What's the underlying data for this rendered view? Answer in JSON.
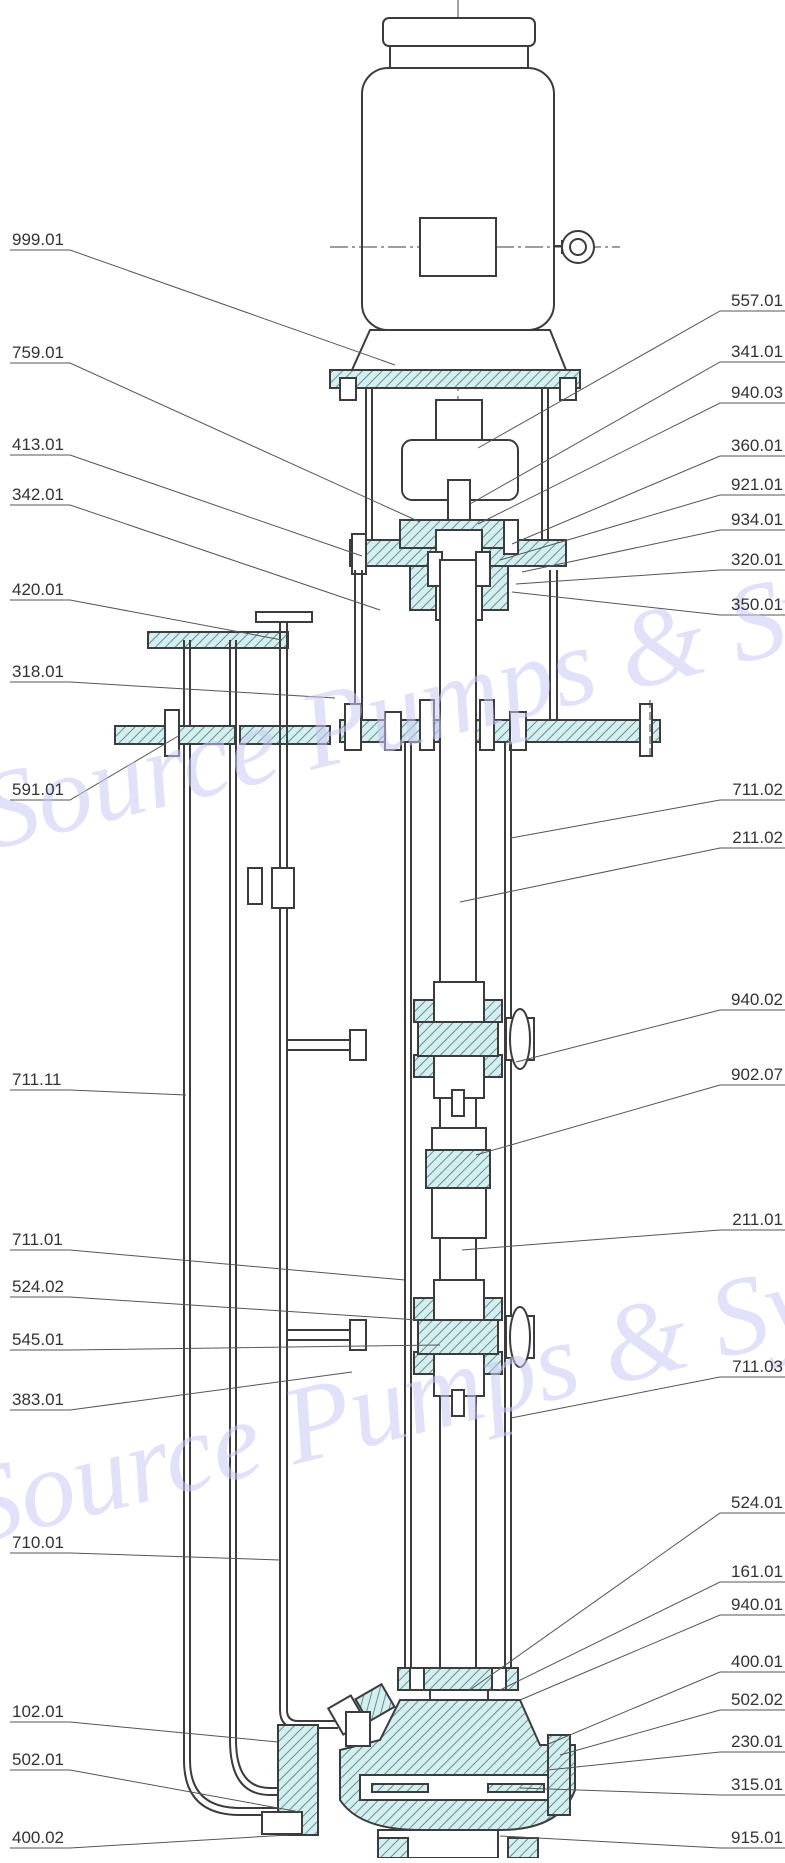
{
  "diagram": {
    "colors": {
      "line": "#3c3c3c",
      "hatch": "#4a9a9a",
      "label": "#333333",
      "watermark": "#c9c9f4"
    },
    "watermark": {
      "lines": [
        "Source Pumps & Systems",
        "Source Pumps & Systems"
      ]
    },
    "left_labels": [
      "999.01",
      "759.01",
      "413.01",
      "342.01",
      "420.01",
      "318.01",
      "591.01",
      "711.11",
      "711.01",
      "524.02",
      "545.01",
      "383.01",
      "710.01",
      "102.01",
      "502.01",
      "400.02"
    ],
    "right_labels": [
      "557.01",
      "341.01",
      "940.03",
      "360.01",
      "921.01",
      "934.01",
      "320.01",
      "350.01",
      "711.02",
      "211.02",
      "940.02",
      "902.07",
      "211.01",
      "711.03",
      "524.01",
      "161.01",
      "940.01",
      "400.01",
      "502.02",
      "230.01",
      "315.01",
      "915.01"
    ]
  }
}
